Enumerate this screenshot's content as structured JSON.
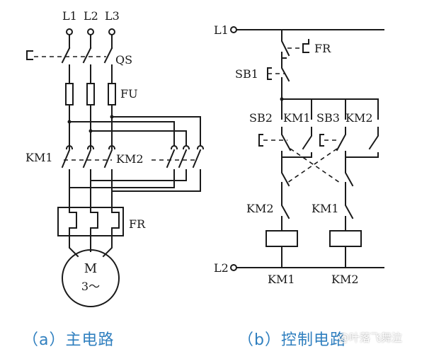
{
  "main_circuit": {
    "phase_labels": [
      "L1",
      "L2",
      "L3"
    ],
    "switch_label": "QS",
    "fuse_label": "FU",
    "contactor_1": "KM1",
    "contactor_2": "KM2",
    "relay_label": "FR",
    "motor_label": "M",
    "motor_sub": "3～"
  },
  "control_circuit": {
    "line_top": "L1",
    "line_bottom": "L2",
    "fr_contact": "FR",
    "stop_button": "SB1",
    "start_1": "SB2",
    "hold_1": "KM1",
    "start_2": "SB3",
    "hold_2": "KM2",
    "interlock_left": "KM2",
    "interlock_right": "KM1",
    "coil_1": "KM1",
    "coil_2": "KM2"
  },
  "captions": {
    "main": "（a）主电路",
    "control": "（b）控制电路"
  },
  "watermark": "@叶落飞舞泣"
}
